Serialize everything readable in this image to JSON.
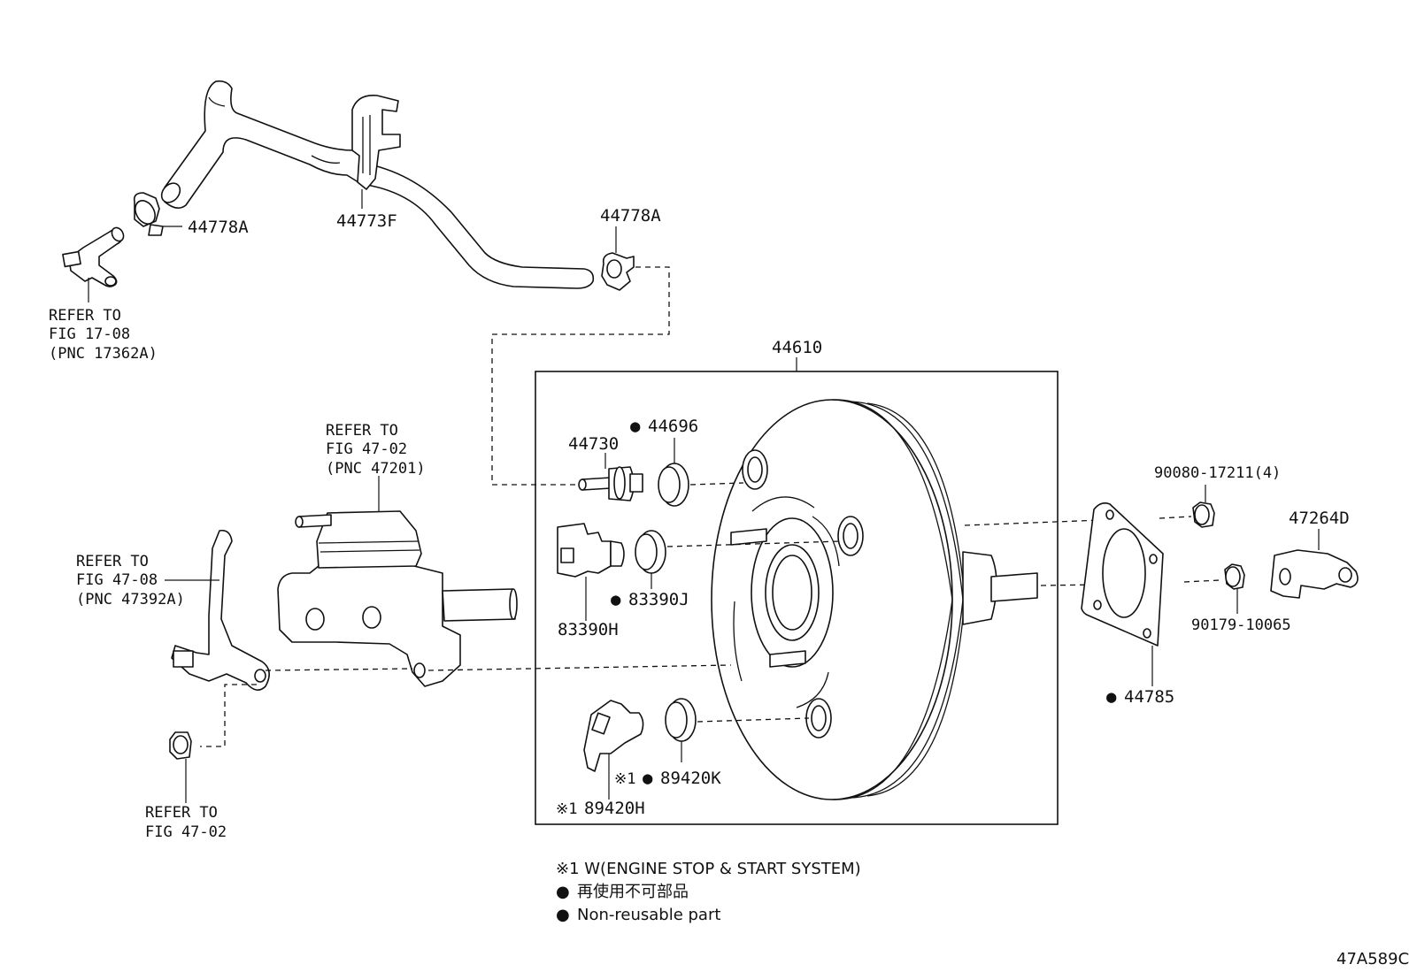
{
  "diagram": {
    "diagram_code": "47A589C",
    "labels": {
      "hose_clamp_left": "44778A",
      "vacuum_hose": "44773F",
      "hose_clamp_right": "44778A",
      "booster_assembly": "44610",
      "check_valve": "44730",
      "grommet_44696": "44696",
      "sensor_83390h": "83390H",
      "grommet_83390j": "83390J",
      "sensor_89420h": "89420H",
      "grommet_89420k": "89420K",
      "nut_90080": "90080-17211(4)",
      "clevis_47264d": "47264D",
      "nut_90179": "90179-10065",
      "gasket_44785": "44785"
    },
    "markers": {
      "non_reusable": "●",
      "engine_stop_start": "※1"
    },
    "refer_to": {
      "fig_17_08": [
        "REFER TO",
        "FIG 17-08",
        "(PNC 17362A)"
      ],
      "fig_47_02_top": [
        "REFER TO",
        "FIG 47-02",
        "(PNC 47201)"
      ],
      "fig_47_08": [
        "REFER TO",
        "FIG 47-08",
        "(PNC 47392A)"
      ],
      "fig_47_02_bottom": [
        "REFER TO",
        "FIG 47-02"
      ]
    },
    "legend": {
      "line1": "※1 W(ENGINE STOP & START SYSTEM)",
      "line2_symbol": "●",
      "line2_text": "再使用不可部品",
      "line3_symbol": "●",
      "line3_text": "Non-reusable part"
    }
  }
}
